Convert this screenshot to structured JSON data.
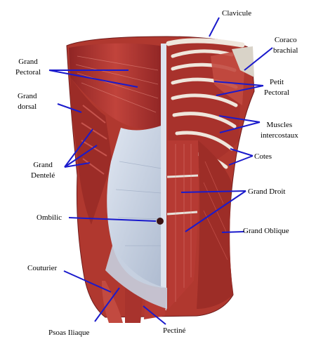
{
  "diagram": {
    "colors": {
      "background": "#ffffff",
      "leader_lines": "#1a1acc",
      "muscle_dark": "#8e2424",
      "muscle": "#b83a34",
      "muscle_light": "#d9726a",
      "aponeurosis": "#c9d3e4",
      "tendon_white": "#eef1f6",
      "bone": "#efe6dc"
    },
    "labels": {
      "clavicule": "Clavicule",
      "coraco_brachial": [
        "Coraco",
        "brachial"
      ],
      "grand_pectoral": [
        "Grand",
        "Pectoral"
      ],
      "grand_dorsal": [
        "Grand",
        "dorsal"
      ],
      "petit_pectoral": [
        "Petit",
        "Pectoral"
      ],
      "muscles_intercostaux": [
        "Muscles",
        "intercostaux"
      ],
      "cotes": "Cotes",
      "grand_dentele": [
        "Grand",
        "Dentelé"
      ],
      "grand_droit": "Grand Droit",
      "ombilic": "Ombilic",
      "grand_oblique": "Grand Oblique",
      "couturier": "Couturier",
      "psoas_iliaque": "Psoas Iliaque",
      "pectine": "Pectiné"
    }
  }
}
